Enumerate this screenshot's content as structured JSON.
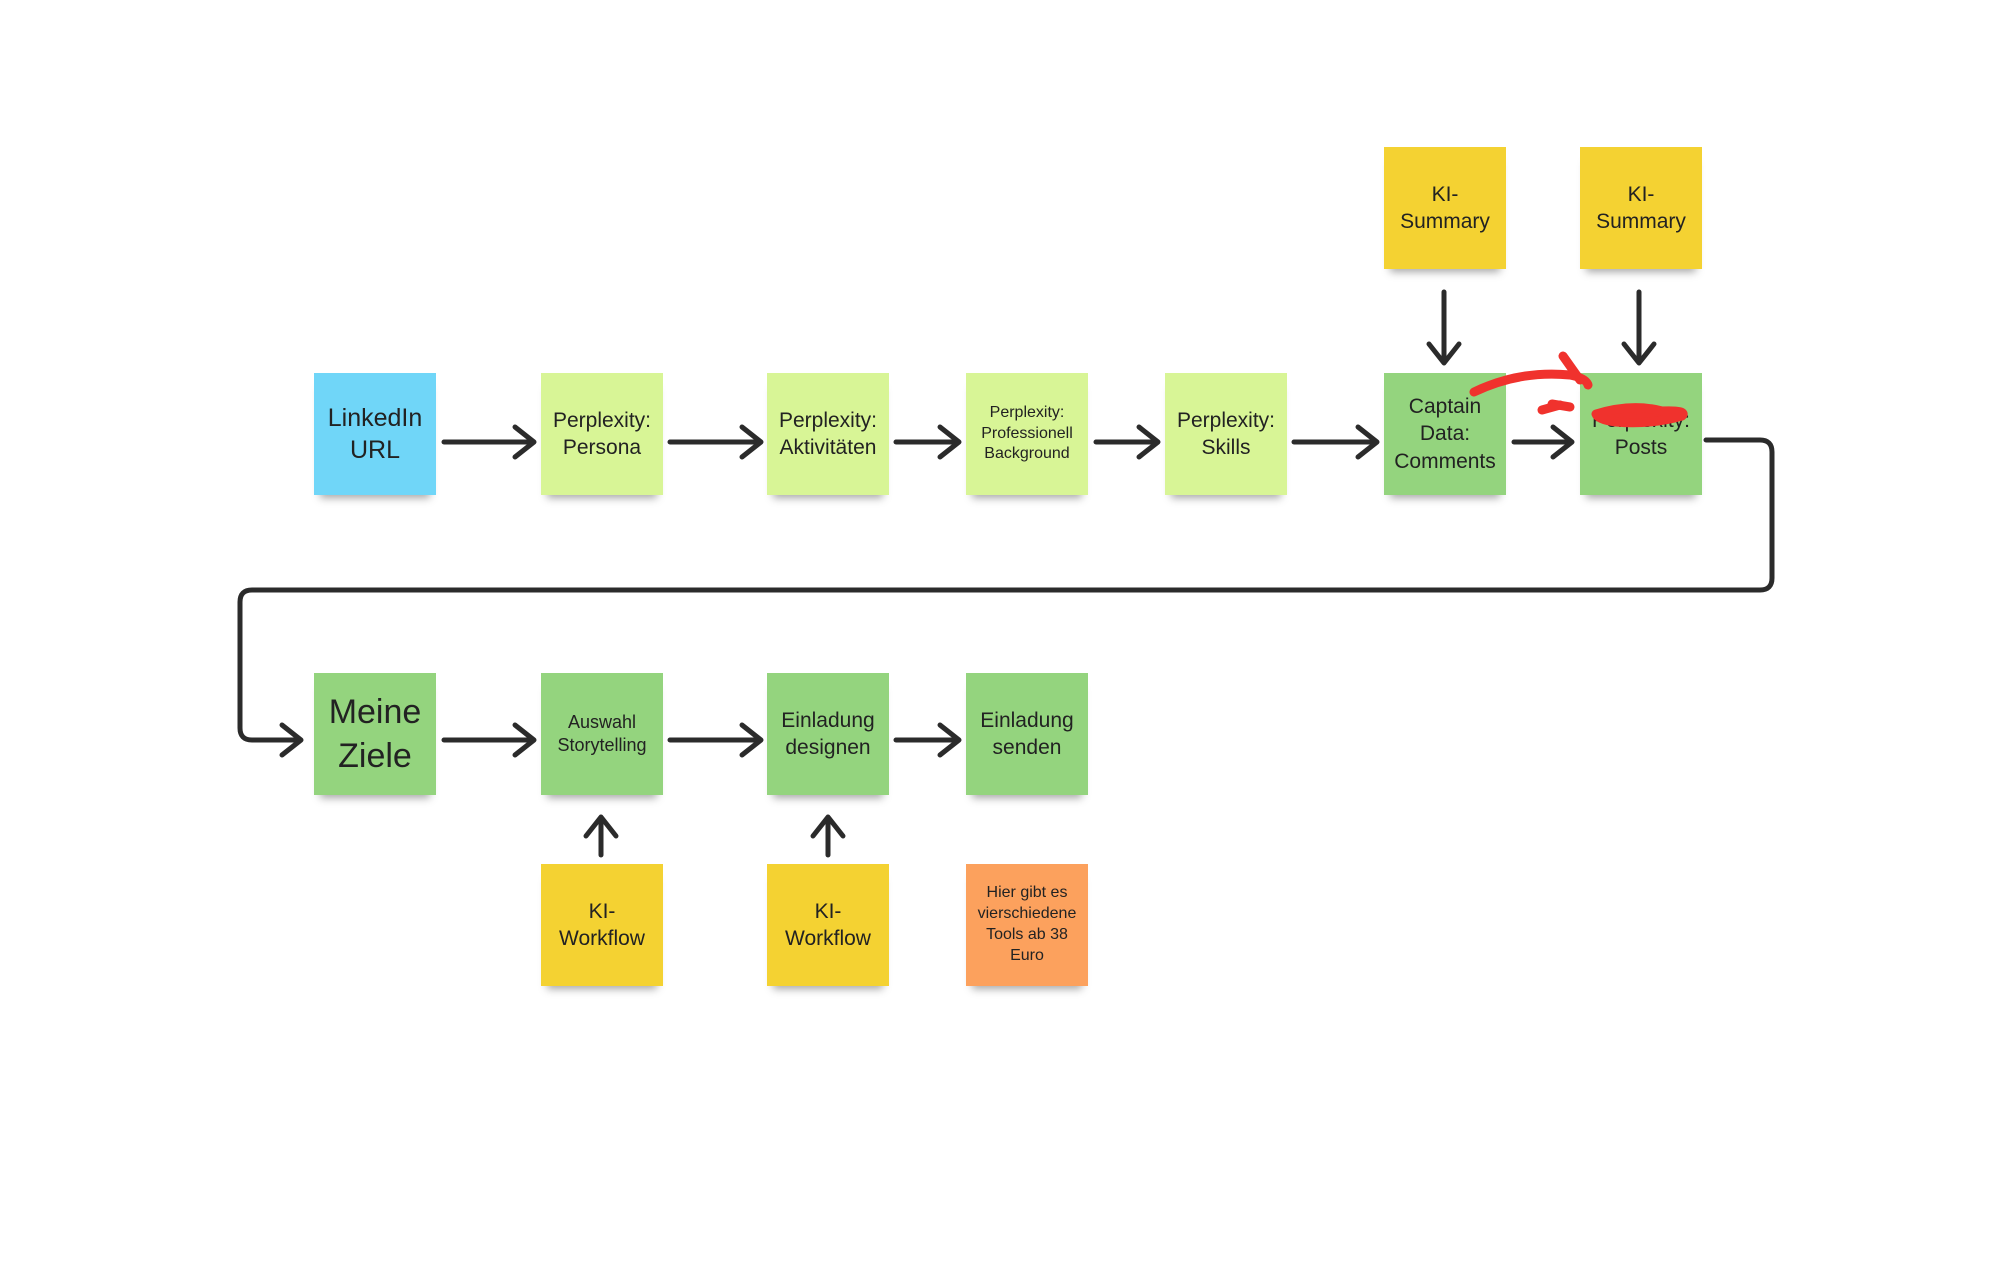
{
  "canvas": {
    "background": "#ffffff"
  },
  "colors": {
    "blue": "#70d6f8",
    "lime": "#d8f596",
    "green": "#94d47e",
    "yellow": "#f4d232",
    "orange": "#fca15d",
    "connector": "#2b2b2b",
    "annotation": "#f0322d"
  },
  "notes": {
    "linkedin_url": "LinkedIn\nURL",
    "perplexity_persona": "Perplexity:\nPersona",
    "perplexity_aktivitaeten": "Perplexity:\nAktivitäten",
    "perplexity_background": "Perplexity:\nProfessionell\nBackground",
    "perplexity_skills": "Perplexity:\nSkills",
    "captain_data_comments": "Captain\nData:\nComments",
    "posts": "Perplexity:\nPosts",
    "ki_summary_1": "KI-\nSummary",
    "ki_summary_2": "KI-\nSummary",
    "meine_ziele": "Meine\nZiele",
    "auswahl_storytelling": "Auswahl\nStorytelling",
    "einladung_designen": "Einladung\ndesignen",
    "einladung_senden": "Einladung\nsenden",
    "ki_workflow_1": "KI-\nWorkflow",
    "ki_workflow_2": "KI-\nWorkflow",
    "hinweis_tools": "Hier gibt es\nvierschiedene\nTools ab 38\nEuro"
  }
}
